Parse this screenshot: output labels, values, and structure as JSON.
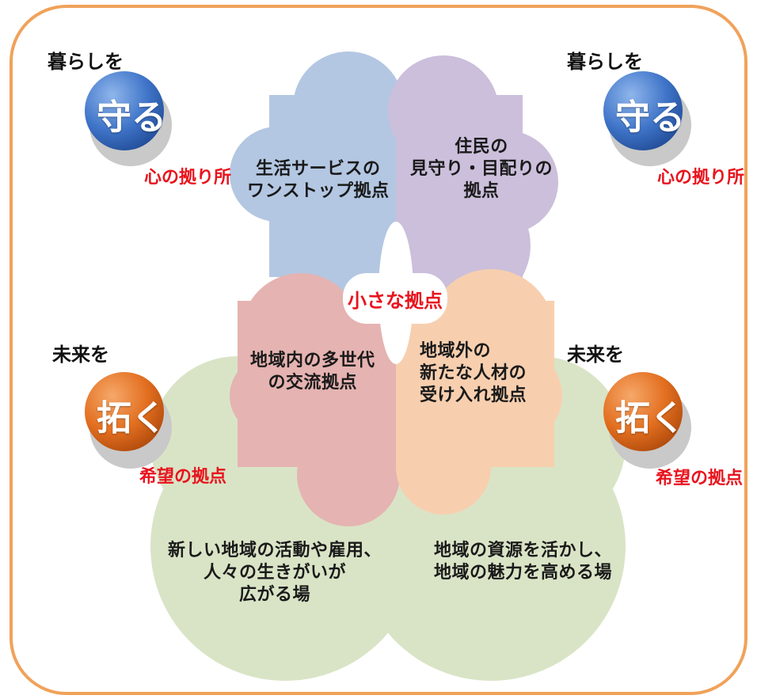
{
  "frame_color": "#f0a25a",
  "colors": {
    "blue_petal": "#b3c7e2",
    "purple_petal": "#cbbfdb",
    "red_petal": "#e5b3b1",
    "orange_petal": "#f7cfaf",
    "green_base": "#d9e4c6",
    "accent_red": "#e8141e",
    "blue_ball": "#3f74c8",
    "orange_ball": "#e26e1f"
  },
  "center_label": "小さな拠点",
  "petals": {
    "top_left": [
      "生活サービスの",
      "ワンストップ拠点"
    ],
    "top_right": [
      "住民の",
      "見守り・目配りの",
      "拠点"
    ],
    "middle_left": [
      "地域内の多世代",
      "の交流拠点"
    ],
    "middle_right": [
      "地域外の",
      "新たな人材の",
      "受け入れ拠点"
    ]
  },
  "base": {
    "left": [
      "新しい地域の活動や雇用、",
      "人々の生きがいが",
      "広がる場"
    ],
    "right": [
      "地域の資源を活かし、",
      "地域の魅力を高める場"
    ]
  },
  "badges": {
    "protect_left": {
      "top": "暮らしを",
      "word": "守る",
      "sub": "心の拠り所"
    },
    "protect_right": {
      "top": "暮らしを",
      "word": "守る",
      "sub": "心の拠り所"
    },
    "open_left": {
      "top": "未来を",
      "word": "拓く",
      "sub": "希望の拠点"
    },
    "open_right": {
      "top": "未来を",
      "word": "拓く",
      "sub": "希望の拠点"
    }
  }
}
